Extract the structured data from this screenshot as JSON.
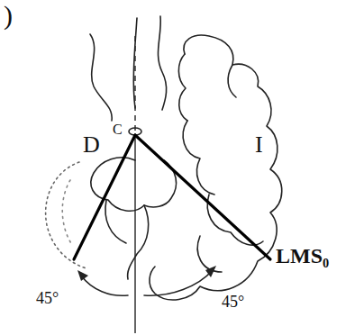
{
  "diagram": {
    "labels": [
      ")",
      "D",
      "I",
      "C",
      "LMS₀",
      "45°",
      "45°"
    ]
  }
}
